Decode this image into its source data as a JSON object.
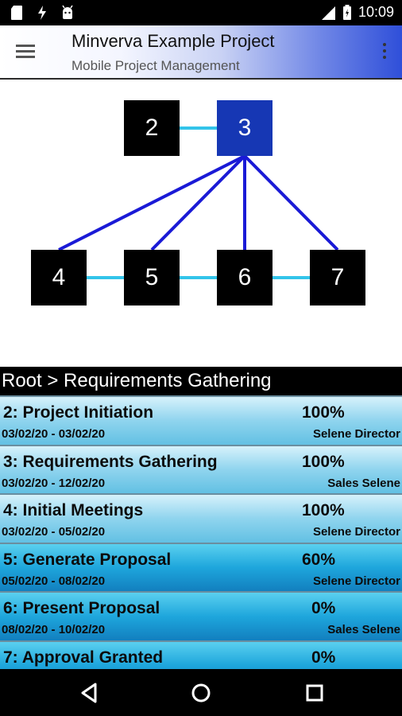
{
  "status_bar": {
    "time": "10:09",
    "icons_left": [
      "sd-card-icon",
      "flash-icon",
      "android-icon"
    ],
    "icons_right": [
      "signal-icon",
      "battery-icon"
    ]
  },
  "app_bar": {
    "title": "Minverva Example Project",
    "subtitle": "Mobile Project Management"
  },
  "diagram": {
    "nodes": [
      {
        "id": "2",
        "label": "2",
        "selected": false
      },
      {
        "id": "3",
        "label": "3",
        "selected": true
      },
      {
        "id": "4",
        "label": "4",
        "selected": false
      },
      {
        "id": "5",
        "label": "5",
        "selected": false
      },
      {
        "id": "6",
        "label": "6",
        "selected": false
      },
      {
        "id": "7",
        "label": "7",
        "selected": false
      }
    ],
    "colors": {
      "sibling_link": "#33c4ea",
      "child_link": "#1a1ad6",
      "selected_node": "#1637b4",
      "node": "#000000"
    }
  },
  "breadcrumb": "Root > Requirements Gathering",
  "tasks": [
    {
      "name": "2: Project Initiation",
      "percent": "100%",
      "dates": "03/02/20 - 03/02/20",
      "owner": "Selene Director"
    },
    {
      "name": "3: Requirements Gathering",
      "percent": "100%",
      "dates": "03/02/20 - 12/02/20",
      "owner": "Sales Selene"
    },
    {
      "name": "4: Initial Meetings",
      "percent": "100%",
      "dates": "03/02/20 - 05/02/20",
      "owner": "Selene Director"
    },
    {
      "name": "5: Generate Proposal",
      "percent": "60%",
      "dates": "05/02/20 - 08/02/20",
      "owner": "Selene Director"
    },
    {
      "name": "6: Present Proposal",
      "percent": "0%",
      "dates": "08/02/20 - 10/02/20",
      "owner": "Sales Selene"
    },
    {
      "name": "7: Approval Granted",
      "percent": "0%",
      "dates": "",
      "owner": ""
    }
  ]
}
